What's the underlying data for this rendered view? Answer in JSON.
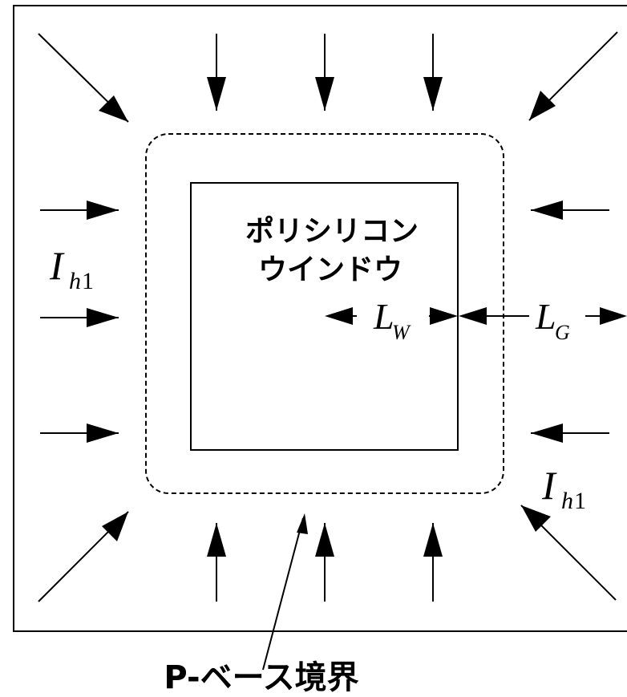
{
  "diagram": {
    "window_label_line1": "ポリシリコン",
    "window_label_line2": "ウインドウ",
    "current_symbol": "I",
    "current_subscript_letter": "h",
    "current_subscript_number": "1",
    "window_length_symbol": "L",
    "window_length_subscript": "W",
    "gap_length_symbol": "L",
    "gap_length_subscript": "G",
    "boundary_label": "P-ベース境界"
  }
}
